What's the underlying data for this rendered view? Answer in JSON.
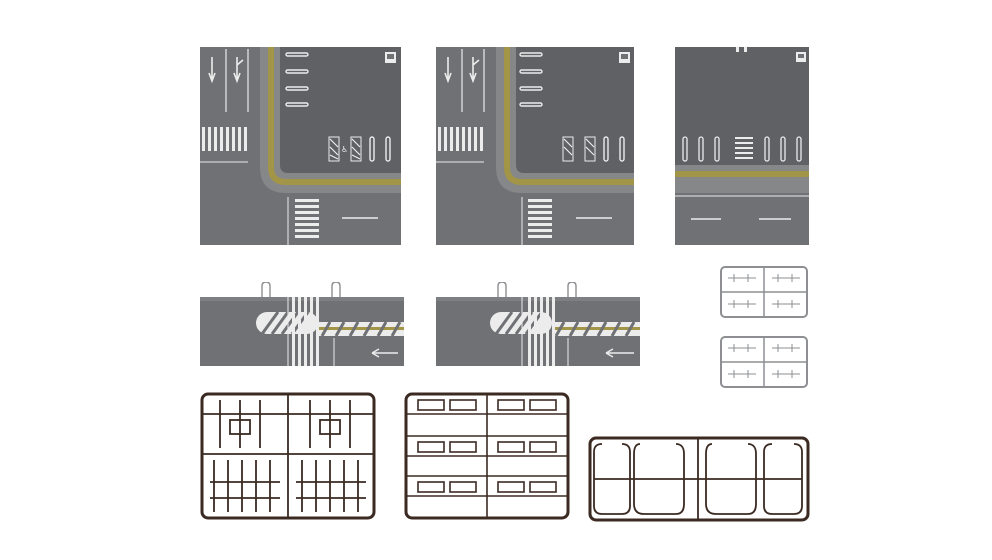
{
  "colors": {
    "background": "#ffffff",
    "road": "#6e7073",
    "road_dark": "#5f6165",
    "sidewalk": "#8a8c8f",
    "tactile": "#9a8f4a",
    "marking": "#f2f2f2",
    "sprue_dark": "#3b2a22",
    "sprue_gray": "#8d8f92"
  },
  "pieces": [
    {
      "kind": "intersection-corner-tile",
      "icon": "arrow-icons"
    },
    {
      "kind": "intersection-corner-tile",
      "icon": "arrow-icons"
    },
    {
      "kind": "straight-road-tile"
    },
    {
      "kind": "median-crosswalk-tile"
    },
    {
      "kind": "median-crosswalk-tile"
    },
    {
      "kind": "small-gray-sprue"
    },
    {
      "kind": "small-gray-sprue"
    },
    {
      "kind": "dark-sprue-frame"
    },
    {
      "kind": "dark-sprue-frame"
    },
    {
      "kind": "dark-sprue-frame"
    }
  ]
}
